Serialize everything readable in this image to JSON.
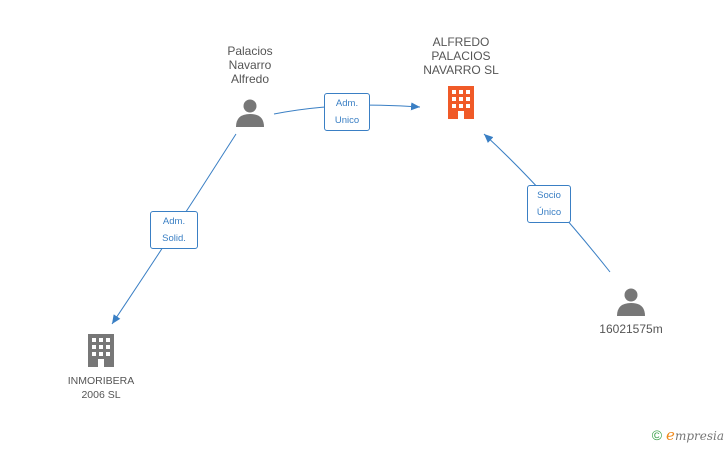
{
  "colors": {
    "edge": "#3a7fc4",
    "person_icon": "#777777",
    "company_icon": "#777777",
    "company_focus_icon": "#f05a28",
    "label_text": "#555555"
  },
  "nodes": {
    "person_palacios": {
      "line1": "Palacios",
      "line2": "Navarro",
      "line3": "Alfredo"
    },
    "company_alfredo": {
      "line1": "ALFREDO",
      "line2": "PALACIOS",
      "line3": "NAVARRO SL"
    },
    "company_inmoribera": {
      "line1": "INMORIBERA",
      "line2": "2006 SL"
    },
    "person_16021575m": {
      "line1": "16021575m"
    }
  },
  "edges": {
    "adm_unico": {
      "line1": "Adm.",
      "line2": "Unico"
    },
    "adm_solid": {
      "line1": "Adm.",
      "line2": "Solid."
    },
    "socio_unico": {
      "line1": "Socio",
      "line2": "Único"
    }
  },
  "brand": {
    "copyright": "©",
    "logo_initial": "e",
    "logo_rest": "mpresia"
  }
}
